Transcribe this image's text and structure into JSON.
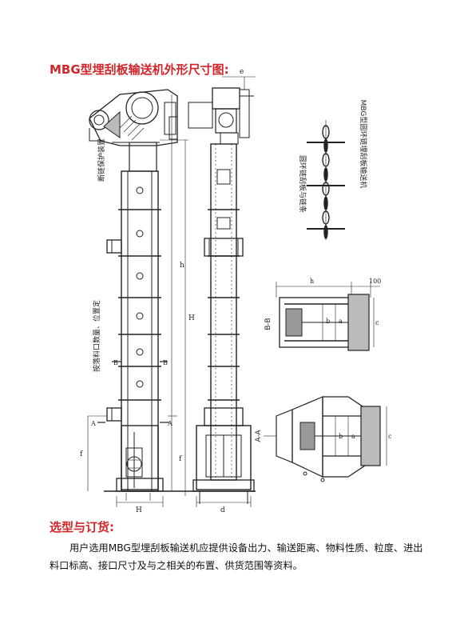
{
  "headings": {
    "drawing_title": "MBG型埋刮板输送机外形尺寸图:",
    "ordering_title": "选型与订货:"
  },
  "ordering_text": "用户选用MBG型埋刮板输送机应提供设备出力、输送距离、物料性质、粒度、进出料口标高、接口尺寸及与之相关的布置、供货范围等资料。",
  "drawing": {
    "label_tension_device": "断链保护装置",
    "label_inlet_position": "按落料口数量、位置定",
    "label_chain_plate": "圆环链刮板与链条",
    "label_machine": "MBG型圆环链埋刮板输送机",
    "dim_h": "h",
    "dim_H": "H",
    "dim_f": "f",
    "dim_e": "e",
    "dim_d": "d",
    "dim_b": "b",
    "dim_a": "a",
    "dim_c": "c",
    "dim_100": "100",
    "section_BB": "B-B",
    "section_AA": "A-A",
    "mark_A": "A",
    "mark_B": "B"
  }
}
